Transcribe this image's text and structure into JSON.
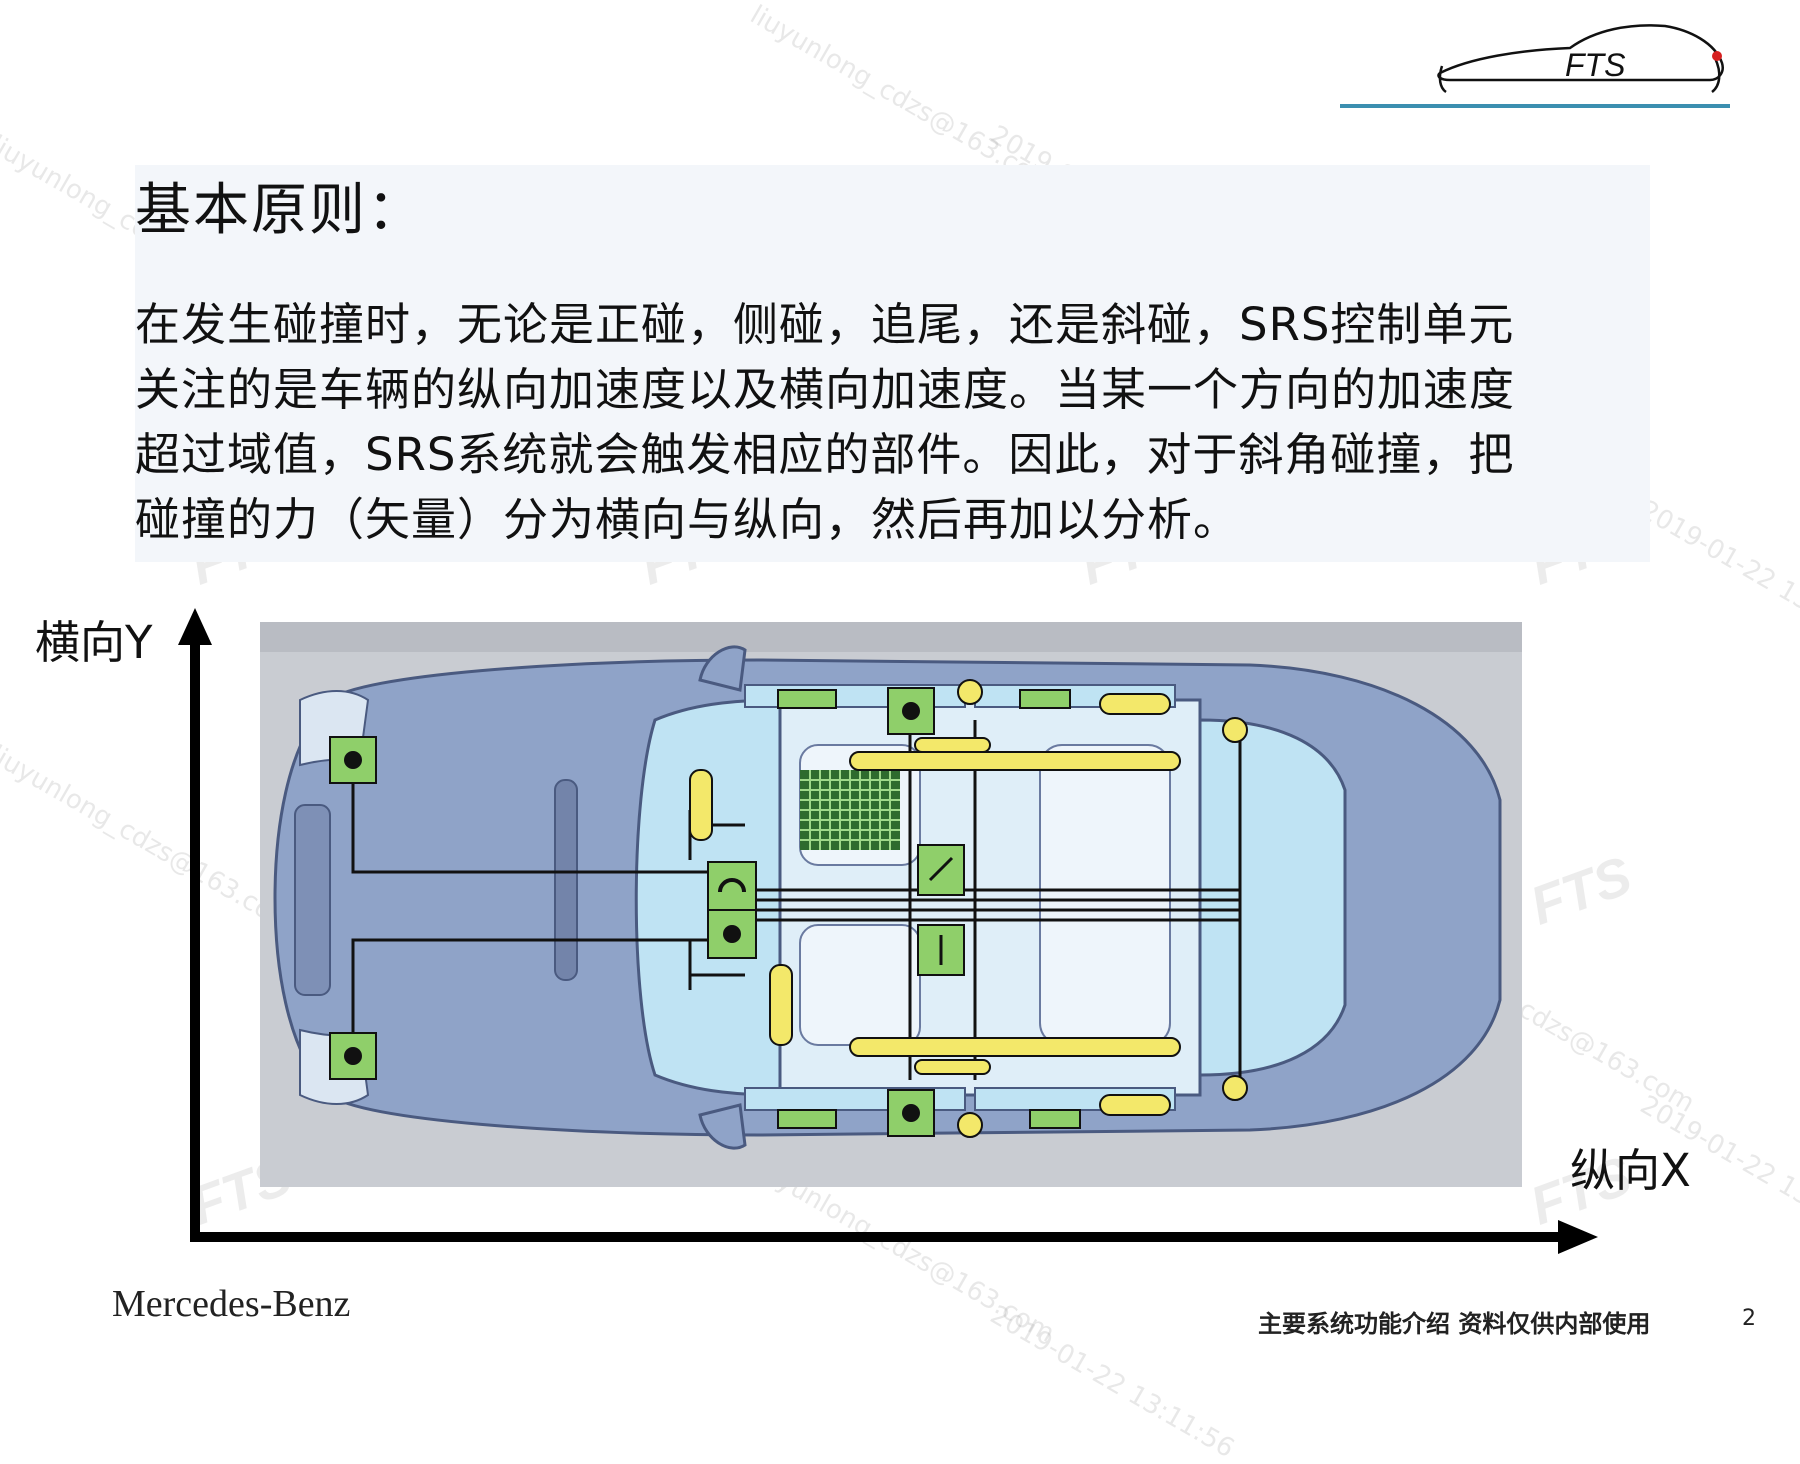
{
  "header": {
    "logo_text": "FTS"
  },
  "content": {
    "title": "基本原则：",
    "paragraph_lines": [
      "在发生碰撞时，无论是正碰，侧碰，追尾，还是斜碰，SRS控制单元",
      "关注的是车辆的纵向加速度以及横向加速度。当某一个方向的加速度",
      "超过域值，SRS系统就会触发相应的部件。因此，对于斜角碰撞，把",
      "碰撞的力（矢量）分为横向与纵向，然后再加以分析。"
    ]
  },
  "diagram": {
    "y_axis_label": "横向Y",
    "x_axis_label": "纵向X"
  },
  "footer": {
    "brand": "Mercedes-Benz",
    "text": "主要系统功能介绍   资料仅供内部使用",
    "page_number": "2"
  },
  "watermark": {
    "email": "liuyunlong_cdzs@163.com",
    "timestamp": "2019-01-22 13:11:56",
    "logo": "FTS"
  },
  "colors": {
    "accent_line": "#3b8fb0",
    "sensor_green": "#8fcf6a",
    "airbag_yellow": "#f3e86a",
    "car_blue": "#8fa3c8",
    "glass_blue": "#bfe3f3"
  }
}
